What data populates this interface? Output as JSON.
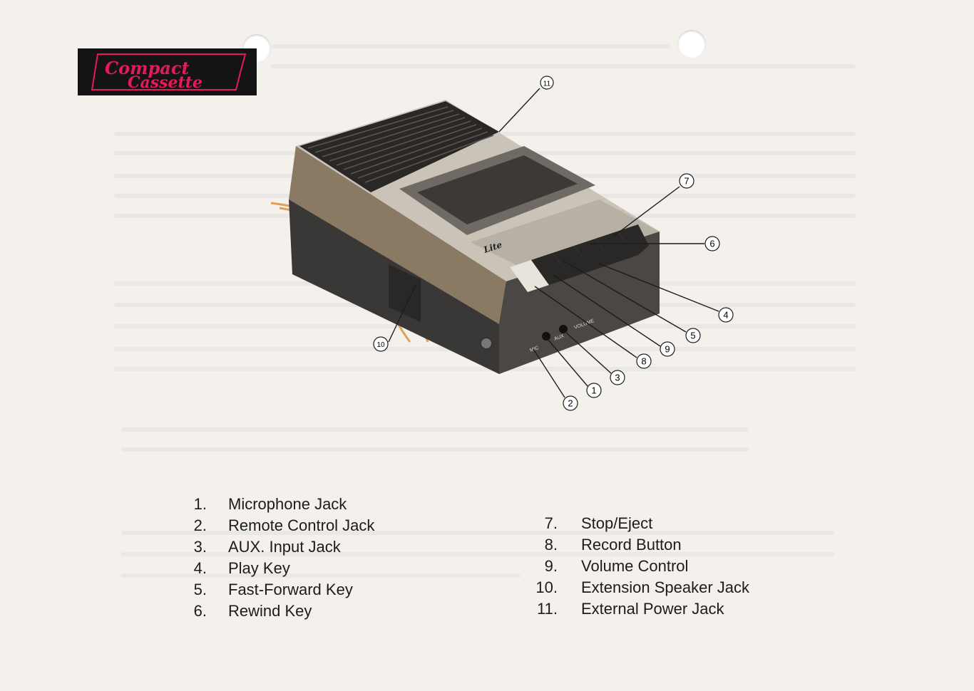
{
  "logo": {
    "line1": "Compact",
    "line2": "Cassette"
  },
  "callouts": [
    "1",
    "2",
    "3",
    "4",
    "5",
    "6",
    "7",
    "8",
    "9",
    "10",
    "11"
  ],
  "legend_left": [
    {
      "num": "1.",
      "label": "Microphone Jack"
    },
    {
      "num": "2.",
      "label": "Remote Control Jack"
    },
    {
      "num": "3.",
      "label": "AUX. Input Jack"
    },
    {
      "num": "4.",
      "label": "Play Key"
    },
    {
      "num": "5.",
      "label": "Fast-Forward Key"
    },
    {
      "num": "6.",
      "label": "Rewind Key"
    }
  ],
  "legend_right": [
    {
      "num": "7.",
      "label": "Stop/Eject"
    },
    {
      "num": "8.",
      "label": "Record Button"
    },
    {
      "num": "9.",
      "label": "Volume Control"
    },
    {
      "num": "10.",
      "label": "Extension Speaker Jack"
    },
    {
      "num": "11.",
      "label": "External Power Jack"
    }
  ],
  "device_labels": {
    "brand": "Lite",
    "mic": "MIC",
    "aux": "AUX",
    "volume": "VOLUME"
  },
  "colors": {
    "paper": "#f4f1ec",
    "logo_bg": "#141414",
    "logo_pink": "#e8195a",
    "body_dark": "#3a3836",
    "wood": "#8a7a64"
  }
}
